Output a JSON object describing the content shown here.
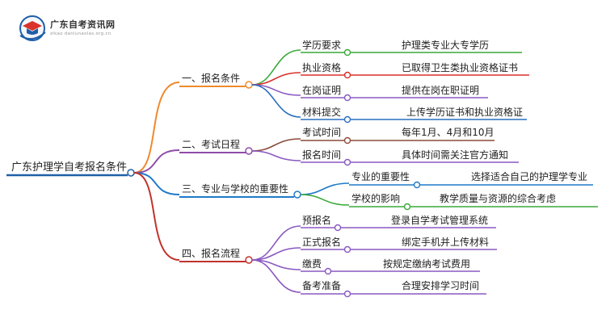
{
  "logo": {
    "title": "广东自考资讯网",
    "subtitle": "zikao danlunaolas.org.cn"
  },
  "colors": {
    "root": "#1f5fa8",
    "branch1": "#ef8a2d",
    "branch2": "#8f4ca8",
    "branch3": "#1f7ac8",
    "branch4": "#c0332b",
    "green": "#3aa83a",
    "red": "#d9312b",
    "purple": "#8a58c0",
    "blue": "#2a6fc0",
    "brown": "#8b4b3a"
  },
  "mindmap": {
    "root": "广东护理学自考报名条件",
    "branches": [
      {
        "label": "一、报名条件",
        "children": [
          {
            "label": "学历要求",
            "detail": "护理类专业大专学历"
          },
          {
            "label": "执业资格",
            "detail": "已取得卫生类执业资格证书"
          },
          {
            "label": "在岗证明",
            "detail": "提供在岗在职证明"
          },
          {
            "label": "材料提交",
            "detail": "上传学历证书和执业资格证"
          }
        ]
      },
      {
        "label": "二、考试日程",
        "children": [
          {
            "label": "考试时间",
            "detail": "每年1月、4月和10月"
          },
          {
            "label": "报名时间",
            "detail": "具体时间需关注官方通知"
          }
        ]
      },
      {
        "label": "三、专业与学校的重要性",
        "children": [
          {
            "label": "专业的重要性",
            "detail": "选择适合自己的护理学专业"
          },
          {
            "label": "学校的影响",
            "detail": "教学质量与资源的综合考虑"
          }
        ]
      },
      {
        "label": "四、报名流程",
        "children": [
          {
            "label": "预报名",
            "detail": "登录自学考试管理系统"
          },
          {
            "label": "正式报名",
            "detail": "绑定手机并上传材料"
          },
          {
            "label": "缴费",
            "detail": "按规定缴纳考试费用"
          },
          {
            "label": "备考准备",
            "detail": "合理安排学习时间"
          }
        ]
      }
    ]
  }
}
